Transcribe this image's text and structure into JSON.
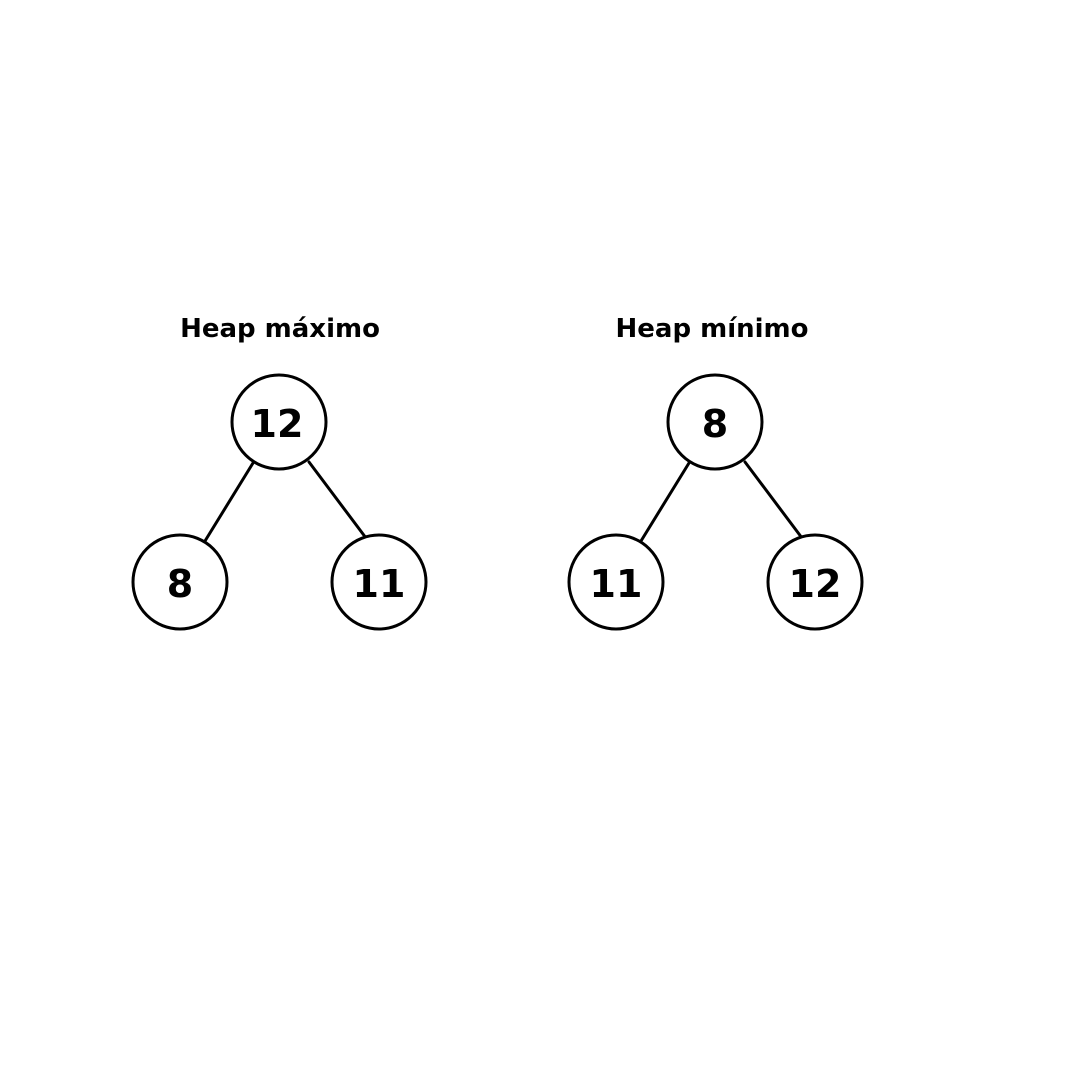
{
  "heaps": [
    {
      "title": "Heap máximo",
      "root": "12",
      "left_child": "8",
      "right_child": "11"
    },
    {
      "title": "Heap mínimo",
      "root": "8",
      "left_child": "11",
      "right_child": "12"
    }
  ],
  "colors": {
    "background": "#ffffff",
    "stroke": "#000000",
    "text": "#000000"
  }
}
